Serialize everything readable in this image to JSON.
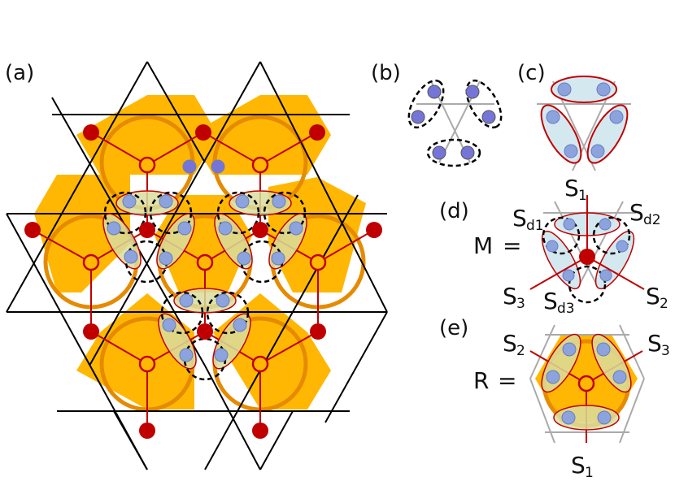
{
  "panels": {
    "a": "(a)",
    "b": "(b)",
    "c": "(c)",
    "d": "(d)",
    "e": "(e)"
  },
  "equation_d": {
    "lhs": "M",
    "eq": "="
  },
  "equation_e": {
    "lhs": "R",
    "eq": "="
  },
  "symbols_d": {
    "s1": {
      "base": "S",
      "sub": "1"
    },
    "s2": {
      "base": "S",
      "sub": "2"
    },
    "s3": {
      "base": "S",
      "sub": "3"
    },
    "sd1": {
      "base": "S",
      "sub": "d1"
    },
    "sd2": {
      "base": "S",
      "sub": "d2"
    },
    "sd3": {
      "base": "S",
      "sub": "d3"
    }
  },
  "symbols_e": {
    "s1": {
      "base": "S",
      "sub": "1"
    },
    "s2": {
      "base": "S",
      "sub": "2"
    },
    "s3": {
      "base": "S",
      "sub": "3"
    }
  },
  "colors": {
    "hexagon_fill": "#FFB703",
    "hexagon_ring": "#E68A00",
    "spin_red": "#C00000",
    "spin_blue": "#8CA3DD",
    "spin_blue_dark": "#7575D8",
    "pair_fill_green": "#D9DD9E",
    "pair_fill_blue": "#CFE5EE",
    "lattice_line": "#000000",
    "grey_line": "#AAAAAA"
  }
}
